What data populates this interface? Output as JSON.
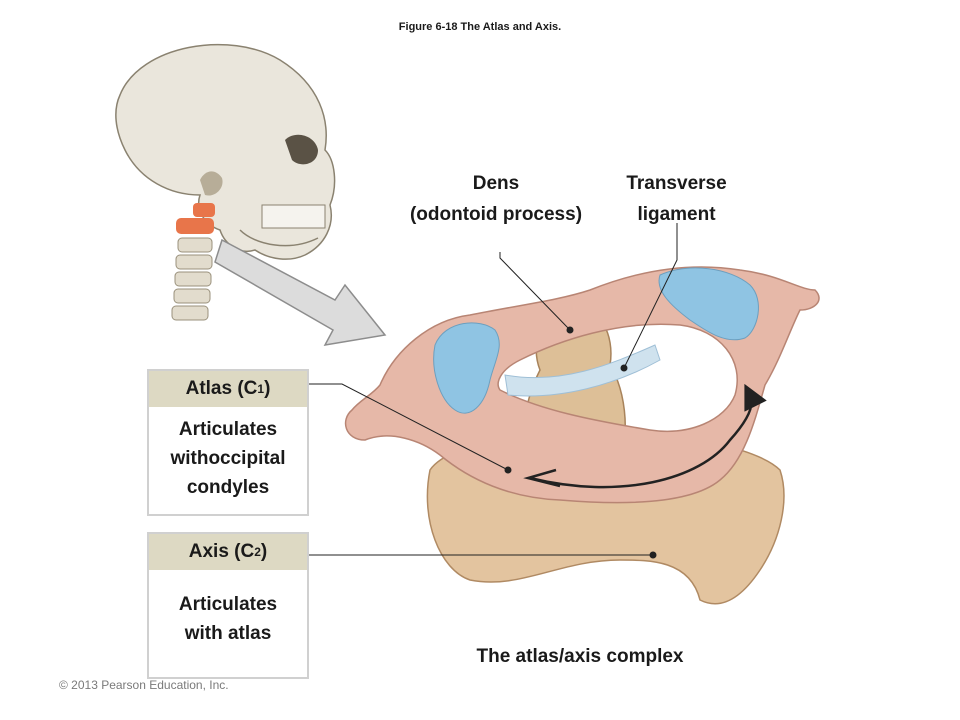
{
  "figure_title": "Figure 6-18  The Atlas and Axis.",
  "labels": {
    "dens_line1": "Dens",
    "dens_line2": "(odontoid process)",
    "transverse_line1": "Transverse",
    "transverse_line2": "ligament",
    "complex": "The atlas/axis complex"
  },
  "panels": {
    "atlas": {
      "name": "Atlas (C",
      "sub": "1",
      "close": ")",
      "body_lines": [
        "Articulates",
        "withoccipital",
        "condyles"
      ]
    },
    "axis": {
      "name": "Axis (C",
      "sub": "2",
      "close": ")",
      "body_lines": [
        "Articulates",
        "with atlas"
      ]
    }
  },
  "copyright": "© 2013 Pearson Education, Inc.",
  "colors": {
    "bone": "#e6c9a6",
    "bone_shadow": "#c9a680",
    "atlas_pink": "#e5b6a8",
    "cartilage_blue": "#8fc4e3",
    "vertebra_highlight": "#e8754a",
    "panel_header": "#ddd9c3",
    "arrow_gray": "#d8d8d8"
  },
  "icons": [
    "skull-illustration",
    "pointer-arrow",
    "vertebrae-illustration",
    "rotation-arrow"
  ]
}
